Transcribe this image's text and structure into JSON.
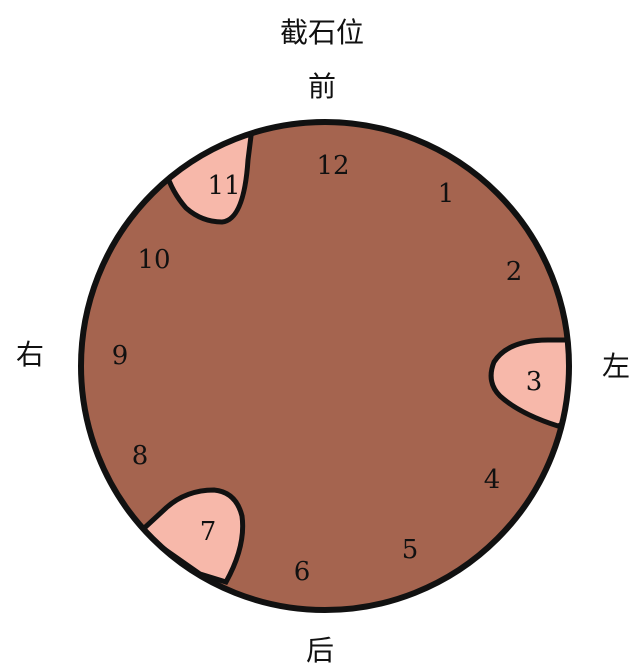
{
  "colors": {
    "disc_fill": "#a5644f",
    "disc_stroke": "#111111",
    "notch_fill": "#f7b8aa",
    "text": "#111111"
  },
  "labels": {
    "title": "截石位",
    "front": "前",
    "back": "后",
    "left": "左",
    "right": "右"
  },
  "hours": {
    "h1": "1",
    "h2": "2",
    "h4": "4",
    "h5": "5",
    "h6": "6",
    "h8": "8",
    "h9": "9",
    "h10": "10",
    "h12": "12"
  },
  "notches": {
    "n3": "3",
    "n7": "7",
    "n11": "11"
  }
}
